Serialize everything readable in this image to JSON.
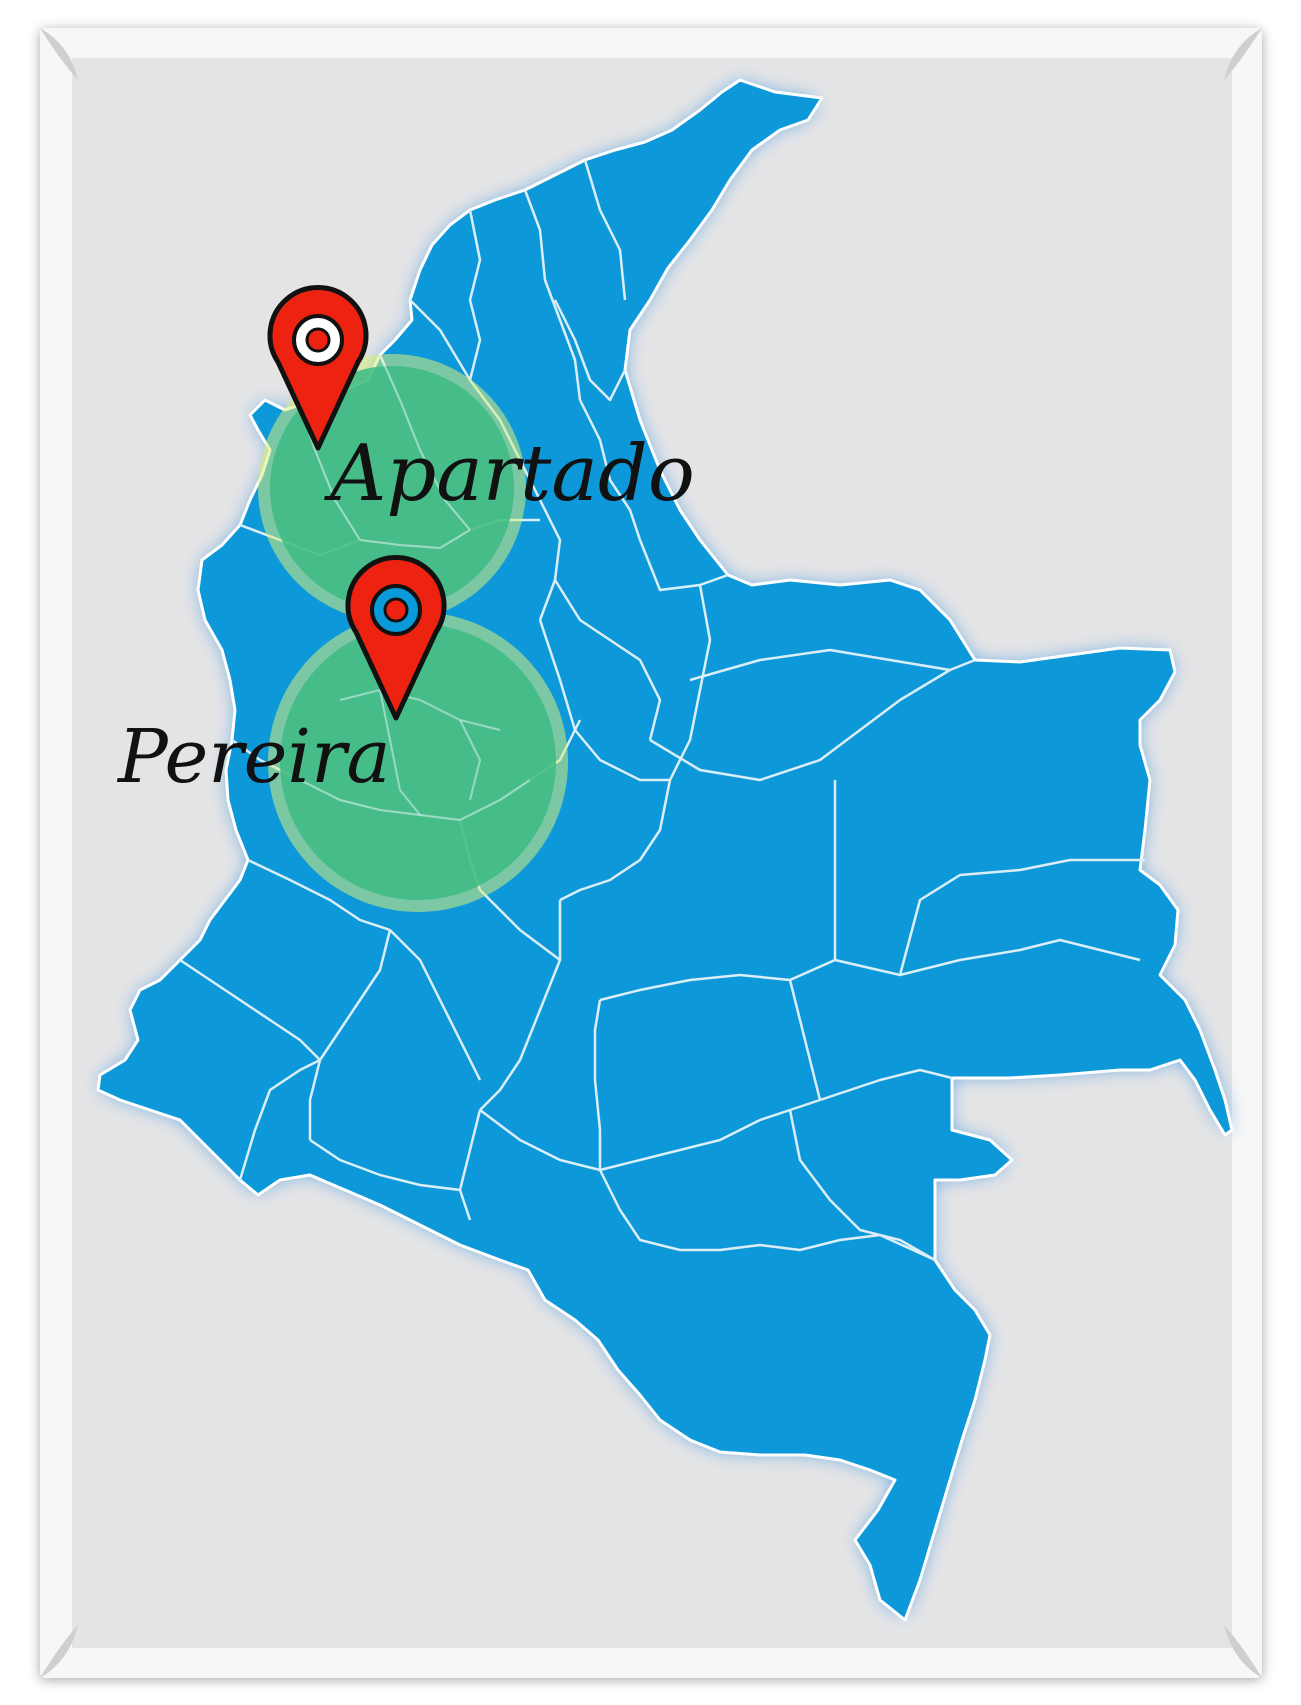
{
  "map": {
    "country_fill": "#0a99d9",
    "border_color": "#dbeef8",
    "paper_color": "#e4e4e5",
    "circle_fill": "#3dbb82",
    "circle_ring": "#d8ef7a",
    "pin_color": "#ee2211",
    "markers": [
      {
        "name": "Apartado",
        "label": "Apartado",
        "icon": "location-pin-icon"
      },
      {
        "name": "Pereira",
        "label": "Pereira",
        "icon": "location-pin-icon"
      }
    ]
  }
}
